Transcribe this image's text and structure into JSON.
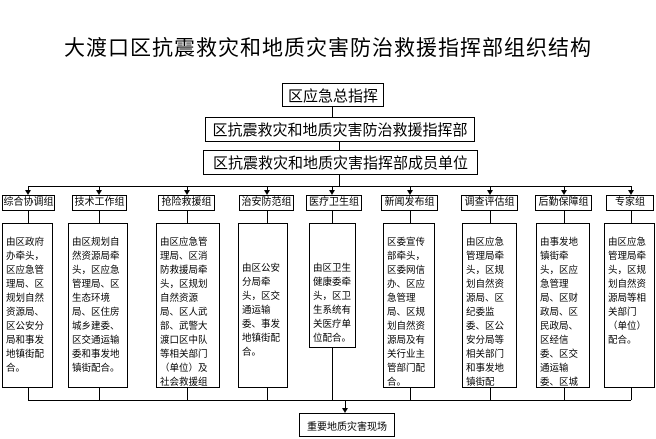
{
  "title": "大渡口区抗震救灾和地质灾害防治救援指挥部组织结构",
  "top": {
    "level1": "区应急总指挥",
    "level2": "区抗震救灾和地质灾害防治救援指挥部",
    "level3": "区抗震救灾和地质灾害指挥部成员单位"
  },
  "groups": [
    {
      "label": "综合协调组",
      "desc": "由区政府办牵头，区应急管理局、区规划自然资源局、区公安分局和事发地镇街配合。"
    },
    {
      "label": "技术工作组",
      "desc": "由区规划自然资源局牵头，区应急管理局、区生态环境局、区住房城乡建委、区交通运输委和事发地镇街配合。"
    },
    {
      "label": "抢险救援组",
      "desc": "由区应急管理局、区消防救援局牵头，区规划自然资源局、区人武部、武警大渡口区中队等相关部门（单位）及社会救援组织配合。"
    },
    {
      "label": "治安防范组",
      "desc": "由区公安分局牵头，区交通运输委、事发地镇街配合。"
    },
    {
      "label": "医疗卫生组",
      "desc": "由区卫生健康委牵头，区卫生系统有关医疗单位配合。"
    },
    {
      "label": "新闻发布组",
      "desc": "区委宣传部牵头，区委网信办、区应急管理局、区规划自然资源局及有关行业主管部门配合。"
    },
    {
      "label": "调查评估组",
      "desc": "由区应急管理局牵头，区规划自然资源局、区纪委监委、区公安分局等相关部门和事发地镇街配合。"
    },
    {
      "label": "后勤保障组",
      "desc": "由事发地镇街牵头，区应急管理局、区财政局、区民政局、区经信委、区交通运输委、区城市管理局等相关部门配合。"
    },
    {
      "label": "专家组",
      "desc": "由区应急管理局牵头，区规划自然资源局等相关部门（单位）配合。"
    }
  ],
  "bottom": "重要地质灾害现场"
}
